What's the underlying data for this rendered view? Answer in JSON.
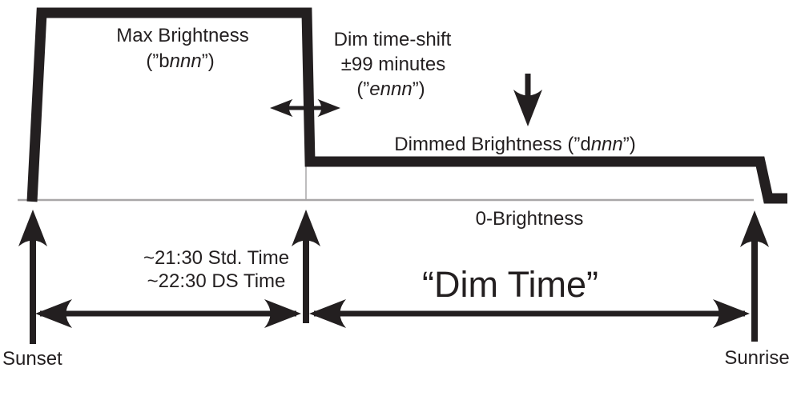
{
  "colors": {
    "ink": "#231f20",
    "baseline": "#a9a7a8",
    "background": "#ffffff"
  },
  "labels": {
    "max_brightness": {
      "title": "Max Brightness",
      "code_open": "(”b",
      "code_param": "nnn",
      "code_close": "”)"
    },
    "dim_time_shift": {
      "line1": "Dim time-shift",
      "line2": "±99 minutes",
      "code_open": "(”",
      "code_param": "ennn",
      "code_close": "”)"
    },
    "dimmed_brightness": {
      "text_open": "Dimmed Brightness (”d",
      "code_param": "nnn",
      "code_close": "”)"
    },
    "zero_brightness": "0-Brightness",
    "dim_time": "“Dim Time”",
    "dim_start_time": {
      "line1": "~21:30 Std. Time",
      "line2": "~22:30 DS Time"
    },
    "sunset": "Sunset",
    "sunrise": "Sunrise"
  }
}
